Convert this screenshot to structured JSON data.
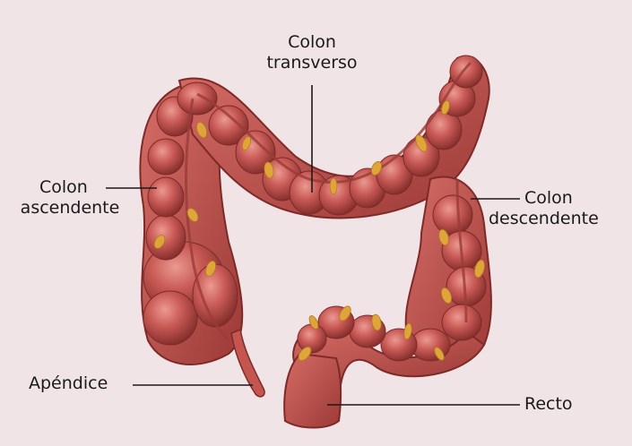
{
  "labels": {
    "transverse": {
      "line1": "Colon",
      "line2": "transverso"
    },
    "ascending": {
      "line1": "Colon",
      "line2": "ascendente"
    },
    "descending": {
      "line1": "Colon",
      "line2": "descendente"
    },
    "appendix": "Apéndice",
    "rectum": "Recto"
  },
  "colors": {
    "page_border": "#f1e4e6",
    "background": "#ffffff",
    "colon_base": "#c2504e",
    "colon_dark": "#7e2a28",
    "colon_highlight": "#e8928a",
    "fat_deposits": "#e0a53a",
    "leader_lines": "#1a1a1a"
  }
}
